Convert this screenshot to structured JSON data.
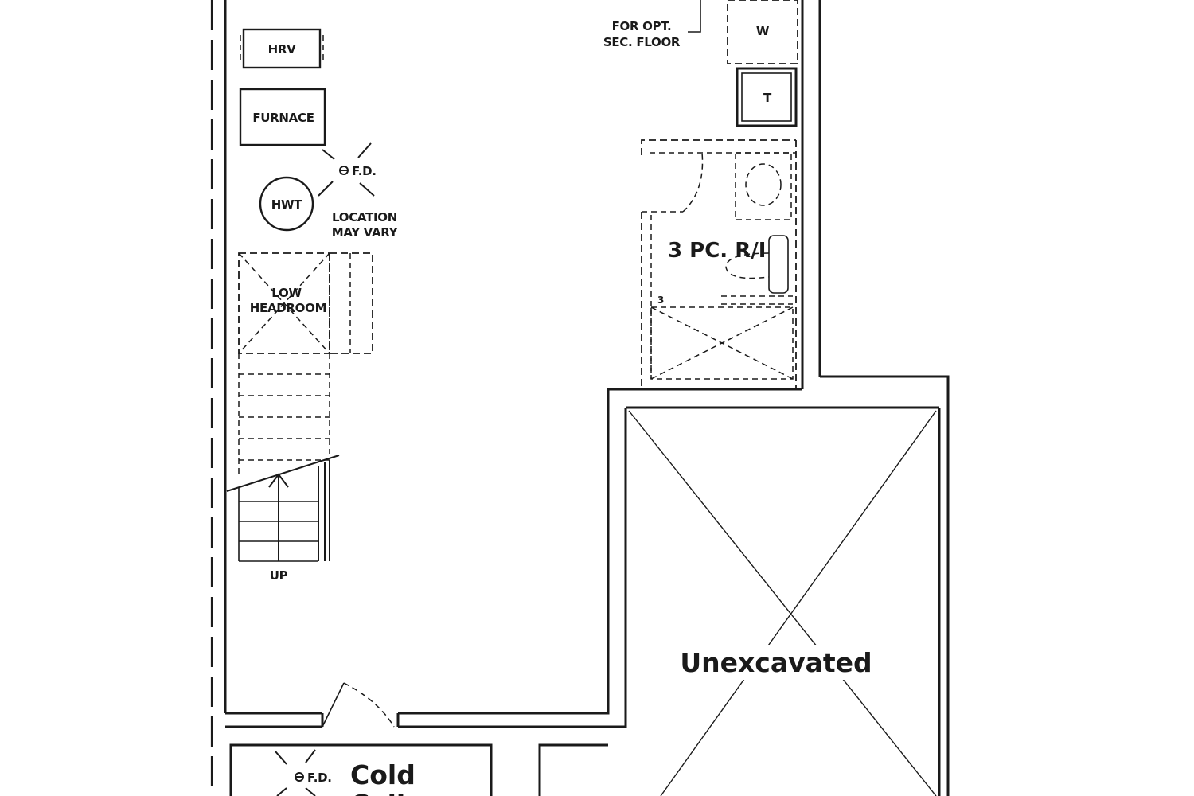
{
  "labels": {
    "for_opt_line1": "FOR OPT.",
    "for_opt_line2": "SEC. FLOOR",
    "washer": "W",
    "toilet": "T",
    "hrv": "HRV",
    "furnace": "FURNACE",
    "floor_drain_1": "F.D.",
    "hwt": "HWT",
    "location_line1": "LOCATION",
    "location_line2": "MAY VARY",
    "bathroom": "3 PC. R/I",
    "bath_number": "3",
    "low_line1": "LOW",
    "low_line2": "HEADROOM",
    "stairs_up": "UP",
    "unexcavated": "Unexcavated",
    "floor_drain_2": "F.D.",
    "cold_cellar": "Cold",
    "cold_cellar_2": "Cellar"
  }
}
